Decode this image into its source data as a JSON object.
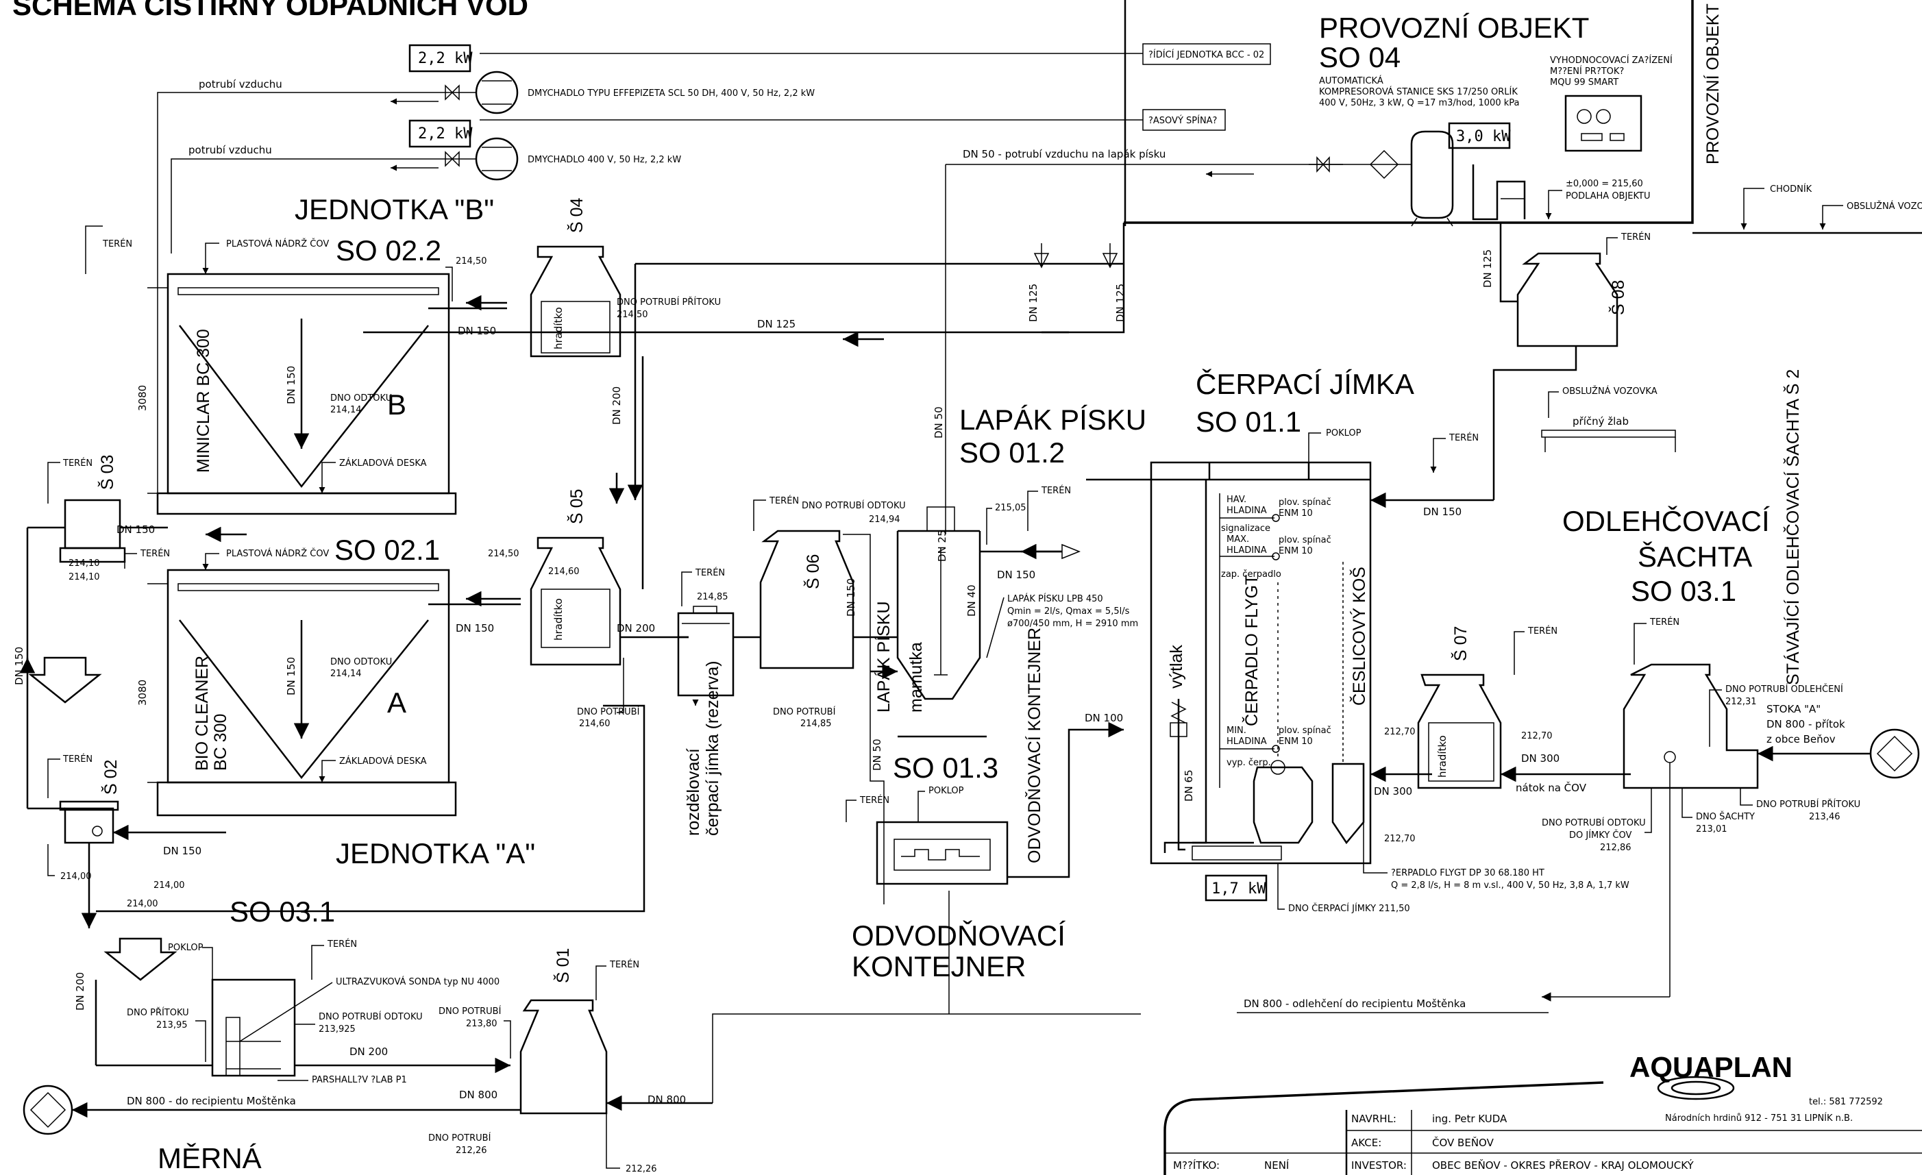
{
  "drawing_title": "SCHÉMA ČISTÍRNY ODPADNÍCH VOD",
  "objects": {
    "unit_b": {
      "title": "JEDNOTKA \"B\"",
      "code": "SO 02.2",
      "letter": "B",
      "tank": "MINICLAR BC 300"
    },
    "unit_a": {
      "title": "JEDNOTKA \"A\"",
      "code": "SO 02.1",
      "letter": "A",
      "tank": "BIO CLEANER",
      "tank2": "BC 300"
    },
    "measuring": {
      "code": "SO 03.1",
      "title": "MĚRNÁ"
    },
    "sand_trap": {
      "title": "LAPÁK PÍSKU",
      "code": "SO 01.2"
    },
    "pump_sump": {
      "title": "ČERPACÍ JÍMKA",
      "code": "SO 01.1"
    },
    "operational_building": {
      "title": "PROVOZNÍ OBJEKT",
      "code": "SO 04",
      "side_label": "PROVOZNÍ OBJEKT"
    },
    "relief_shaft": {
      "title1": "ODLEHČOVACÍ",
      "title2": "ŠACHTA",
      "code": "SO 03.1",
      "existing": "STÁVAJÍCÍ ODLEHČOVACÍ ŠACHTA Š 2"
    },
    "dewatering": {
      "code": "SO 01.3",
      "title1": "ODVODŇOVACÍ",
      "title2": "KONTEJNER",
      "vertical": "ODVODŇOVACÍ KONTEJNER"
    }
  },
  "blowers": {
    "power1": "2,2 kW",
    "power2": "2,2 kW",
    "label1": "DMYCHADLO TYPU EFFEPIZETA SCL 50 DH, 400 V, 50 Hz, 2,2 kW",
    "label2": "DMYCHADLO 400 V, 50 Hz, 2,2 kW",
    "air_pipe": "potrubí vzduchu",
    "control": "?ÍDÍCÍ JEDNOTKA BCC - 02",
    "timer": "?ASOVÝ SPÍNA?",
    "air_to_trap": "DN 50 - potrubí vzduchu na lapák písku"
  },
  "compressor": {
    "text": [
      "AUTOMATICKÁ",
      "KOMPRESOROVÁ STANICE SKS 17/250 ORLÍK",
      "400 V, 50Hz, 3 kW, Q =17 m3/hod, 1000 kPa"
    ],
    "power": "3,0 kW",
    "meter": [
      "VYHODNOCOVACÍ ZA?ÍZENÍ",
      "M??ENÍ PR?TOK?",
      "MQU 99 SMART"
    ],
    "floor": [
      "±0,000 = 215,60",
      "PODLAHA OBJEKTU"
    ]
  },
  "shafts": {
    "s01": "Š 01",
    "s02": "Š 02",
    "s03": "Š 03",
    "s04": "Š 04",
    "s05": "Š 05",
    "s06": "Š 06",
    "s07": "Š 07",
    "s08": "Š 08",
    "gate": "hradítko"
  },
  "labels": {
    "teren": "TERÉN",
    "plast": "PLASTOVÁ NÁDRŽ ČOV",
    "zakl": "ZÁKLADOVÁ DESKA",
    "dno_odtoku": "DNO ODTOKU",
    "dno_pritoku": "DNO POTRUBÍ PŘÍTOKU",
    "dno_potrubi": "DNO POTRUBÍ",
    "dno_odtoku_p": "DNO POTRUBÍ ODTOKU",
    "poklop": "POKLOP",
    "chodnik": "CHODNÍK",
    "vozovka": "OBSLUŽNÁ VOZOVKA",
    "zlab": "příčný žlab",
    "sonda": "ULTRAZVUKOVÁ SONDA  typ NU 4000",
    "parshall": "PARSHALL?V ?LAB P1",
    "dno_pritoku2": "DNO PŘÍTOKU",
    "h3080": "3080",
    "rozdel1": "rozdělovací",
    "rozdel2": "čerpací jímka (rezerva)",
    "mamutka": "mamutka",
    "lapak": "LAPÁK PÍSKU",
    "lapak_lpb": [
      "LAPÁK PÍSKU LPB 450",
      "Qmin = 2l/s, Qmax = 5,5l/s",
      "ø700/450 mm, H = 2910 mm"
    ],
    "pump": "ČERPADLO FLYGT",
    "pump_spec": [
      "?ERPADLO FLYGT DP 30 68.180 HT",
      "Q = 2,8 l/s, H = 8 m v.sl., 400 V, 50 Hz, 3,8 A, 1,7 kW"
    ],
    "pump_power": "1,7 kW",
    "basket": "ČESLICOVÝ KOŠ",
    "vytlak": "výtlak",
    "hav": [
      "HAV.",
      "HLADINA"
    ],
    "max": [
      "signalizace",
      "MAX.",
      "HLADINA"
    ],
    "min": [
      "MIN.",
      "HLADINA"
    ],
    "zap": "zap. čerpadlo",
    "vyp": "vyp. čerp.",
    "plov": [
      "plov. spínač",
      "ENM 10"
    ],
    "dno_jimky": "DNO ČERPACÍ JÍMKY 211,50",
    "stoka": [
      "STOKA \"A\"",
      "DN 800 - přítok",
      "z obce Beňov"
    ],
    "natok": "nátok na ČOV",
    "dno_odlehc": "DNO POTRUBÍ ODLEHČENÍ",
    "dno_sachty": "DNO ŠACHTY",
    "dno_pritoku_p": "DNO POTRUBÍ PŘÍTOKU",
    "dno_odtoku_jimka": [
      "DNO POTRUBÍ ODTOKU",
      "DO JÍMKY ČOV"
    ],
    "odlehceni": "DN 800 - odlehčení do recipientu Moštěnka",
    "recipient": "DN 800 - do recipientu Moštěnka"
  },
  "pipes": {
    "dn150": "DN 150",
    "dn200": "DN 200",
    "dn125": "DN 125",
    "dn50": "DN 50",
    "dn25": "DN 25",
    "dn40": "DN 40",
    "dn100": "DN 100",
    "dn65": "DN 65",
    "dn300": "DN 300",
    "dn800": "DN 800"
  },
  "elev": {
    "e21450": "214,50",
    "e21414": "214,14",
    "e21460": "214,60",
    "e21410": "214,10",
    "e21400": "214,00",
    "e21494": "214,94",
    "e21485": "214,85",
    "e21505": "215,05",
    "e21270": "212,70",
    "e21231": "212,31",
    "e21301": "213,01",
    "e21346": "213,46",
    "e21286": "212,86",
    "e21395": "213,95",
    "e213925": "213,925",
    "e21380": "213,80",
    "e21226": "212,26"
  },
  "title_block": {
    "company": "AQUAPLAN",
    "tel": "tel.: 581 772592",
    "address": "Národních hrdinů 912 - 751 31 LIPNÍK n.B.",
    "navrhl_label": "NAVRHL:",
    "navrhl": "ing. Petr KUDA",
    "akce_label": "AKCE:",
    "akce": "ČOV BEŇOV",
    "meritko_label": "M??ÍTKO:",
    "meritko": "NENÍ",
    "investor_label": "INVESTOR:",
    "investor": "OBEC BEŇOV - OKRES PŘEROV - KRAJ OLOMOUCKÝ"
  }
}
